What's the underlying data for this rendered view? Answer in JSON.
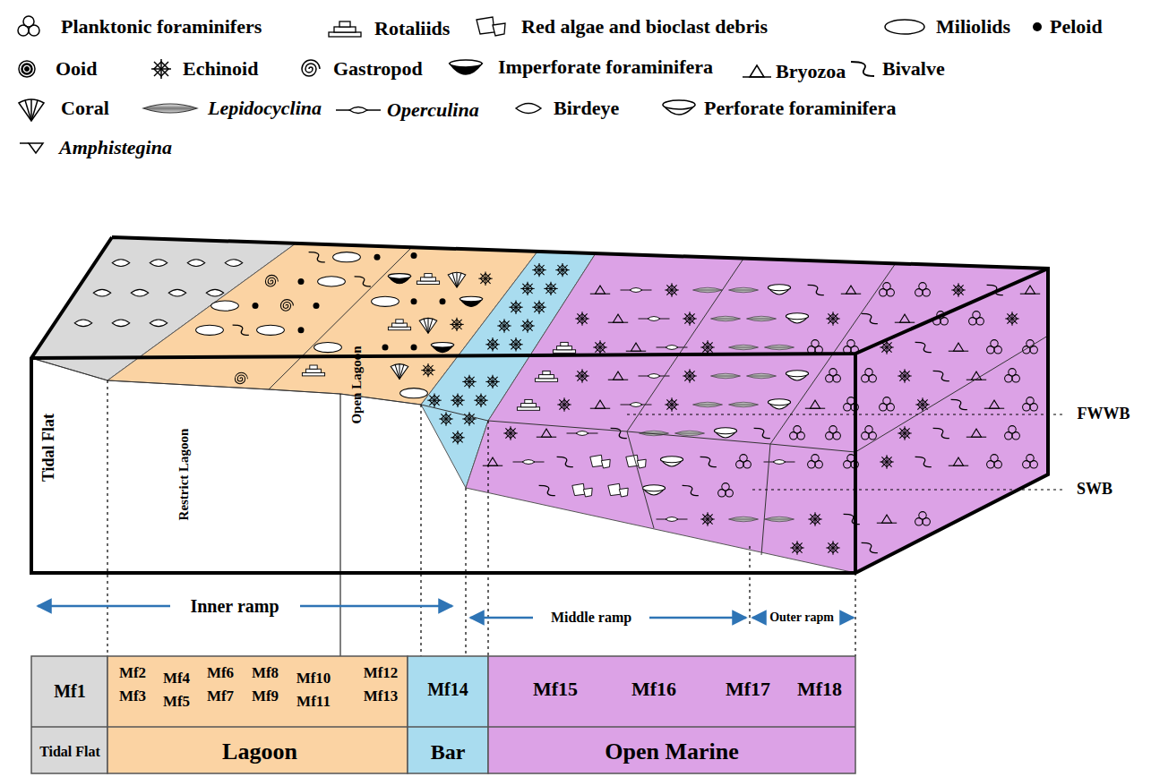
{
  "diagram": {
    "labels": [
      "Tidal Flat",
      "Restrict Lagoon",
      "Open Lagoon",
      "FWWB",
      "SWB",
      "Inner ramp",
      "Middle ramp",
      "Outer rapm",
      "Mf1",
      "Mf2",
      "Mf4",
      "Mf6",
      "Mf8",
      "Mf10",
      "Mf12",
      "Mf3",
      "Mf5",
      "Mf7",
      "Mf9",
      "Mf11",
      "Mf13",
      "Mf14",
      "Mf15",
      "Mf16",
      "Mf17",
      "Mf18",
      "Tidal Flat",
      "Lagoon",
      "Bar",
      "Open Marine"
    ],
    "legend": [
      {
        "text": "Planktonic foraminifers"
      },
      {
        "text": "Rotaliids"
      },
      {
        "text": "Red algae and bioclast debris"
      },
      {
        "text": "Miliolids"
      },
      {
        "text": "Peloid"
      },
      {
        "text": "Ooid"
      },
      {
        "text": "Echinoid"
      },
      {
        "text": "Gastropod"
      },
      {
        "text": "Imperforate foraminifera"
      },
      {
        "text": "Bryozoa"
      },
      {
        "text": "Bivalve"
      },
      {
        "text": "Coral"
      },
      {
        "text": "Lepidocyclina"
      },
      {
        "text": "Operculina"
      },
      {
        "text": "Birdeye"
      },
      {
        "text": "Perforate foraminifera"
      },
      {
        "text": "Amphistegina"
      }
    ]
  }
}
